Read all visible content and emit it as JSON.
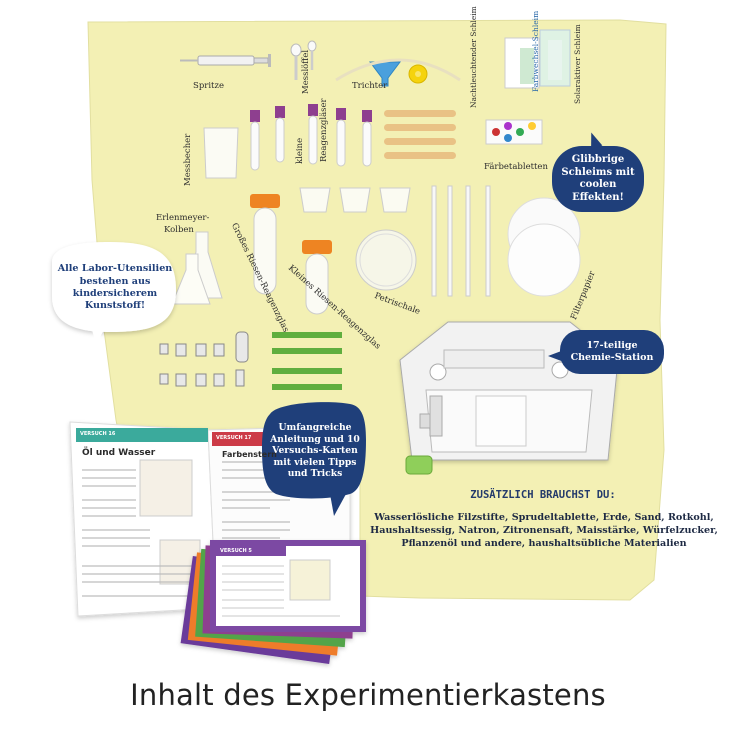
{
  "caption": "Inhalt des Experimentierkastens",
  "items": {
    "spritze": "Spritze",
    "messloeffel": "Messlöffel",
    "trichter": "Trichter",
    "nachtleuchtender_schleim": "Nachtleuchtender Schleim",
    "farbwechsel_schleim": "Farbwechsel-Schleim",
    "solaraktiver_schleim": "Solaraktiver Schleim",
    "messbecher": "Messbecher",
    "kleine_reagenzglaeser_1": "kleine",
    "kleine_reagenzglaeser_2": "Reagenzgläser",
    "faerbetabletten": "Färbetabletten",
    "erlenmeyer_1": "Erlenmeyer-",
    "erlenmeyer_2": "Kolben",
    "grosses_riesen": "Großes Riesen-Reagenzglas",
    "kleines_riesen": "Kleines Riesen-Reagenzglas",
    "petrischale": "Petrischale",
    "filterpapier": "Filterpapier"
  },
  "bubbles": {
    "glibbrige": "Glibbrige Schleims mit coolen Effekten!",
    "labor": "Alle Labor-Utensilien bestehen aus kindersicherem Kunststoff!",
    "chemie": "17-teilige Chemie-Station",
    "anleitung": "Umfangreiche Anleitung und 10 Versuchs-Karten mit vielen Tipps und Tricks"
  },
  "extra": {
    "heading": "ZUSÄTZLICH BRAUCHST DU:",
    "text": "Wasserlösliche Filzstifte, Sprudeltablette, Erde, Sand, Rotkohl, Haushaltsessig, Natron, Zitronensaft, Maisstärke, Würfelzucker, Pflanzenöl und andere, haushaltsübliche Materialien"
  },
  "booklet": {
    "left_tag": "VERSUCH 16",
    "left_title": "Öl und Wasser",
    "right_tag": "VERSUCH 17",
    "right_title": "Farbenstern",
    "card_tag": "VERSUCH 5"
  },
  "colors": {
    "board": "#f3f0b4",
    "bubble_blue": "#1f3f7a",
    "purple_cap": "#8e3f8f",
    "orange_cap": "#ee8422",
    "green_rod": "#5fae3e"
  }
}
